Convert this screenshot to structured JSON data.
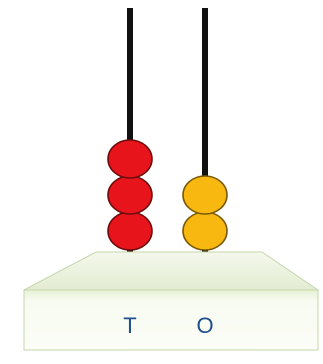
{
  "abacus": {
    "rods": [
      {
        "place": "T",
        "beads": 3,
        "bead_color": "#e8141b",
        "bead_edge": "#6e0d0d"
      },
      {
        "place": "O",
        "beads": 2,
        "bead_color": "#f9b80f",
        "bead_edge": "#7a5a05"
      }
    ],
    "rod_color": "#111111",
    "base_top_color": "#eef4e2",
    "base_front_color": "#f7fbef",
    "base_edge_color": "#c4d6ac",
    "label_color": "#1f4f8b"
  }
}
